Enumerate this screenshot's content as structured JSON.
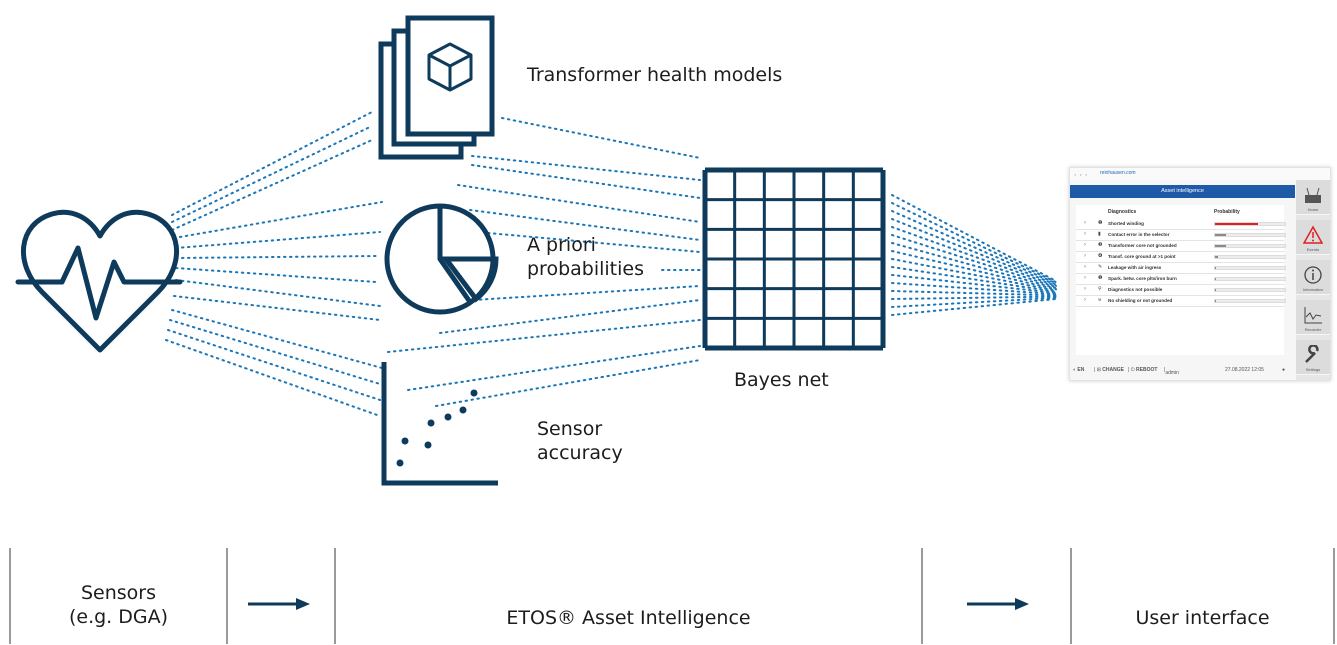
{
  "labels": {
    "health_models": "Transformer health models",
    "a_priori": "A priori\nprobabilities",
    "sensor_accuracy": "Sensor\naccuracy",
    "bayes_net": "Bayes net"
  },
  "icons": [
    "heart-pulse-icon",
    "document-stack-cube-icon",
    "pie-chart-icon",
    "scatter-plot-icon",
    "grid-bayes-net-icon"
  ],
  "colors": {
    "primary": "#0e3a5b",
    "dots": "#1a76b8",
    "screen_header": "#1e5aa8",
    "bar_red": "#e02020",
    "bar_grey": "#8a8a8a"
  },
  "screen": {
    "url": "reinhausen.com",
    "title": "Asset intelligence",
    "col_diagnostics": "Diagnostics",
    "col_probability": "Probability",
    "rows": [
      {
        "label": "Shorted winding",
        "probability": 0.62,
        "color": "#e02020"
      },
      {
        "label": "Contact error in the selector",
        "probability": 0.16,
        "color": "#8a8a8a"
      },
      {
        "label": "Transformer core not grounded",
        "probability": 0.15,
        "color": "#8a8a8a"
      },
      {
        "label": "Transf. core ground at >1 point",
        "probability": 0.04,
        "color": "#8a8a8a"
      },
      {
        "label": "Leakage with air ingress",
        "probability": 0.02,
        "color": "#8a8a8a"
      },
      {
        "label": "Spark. betw. core plts/iron burn",
        "probability": 0.01,
        "color": "#8a8a8a"
      },
      {
        "label": "Diagnostics not possible",
        "probability": 0.01,
        "color": "#8a8a8a"
      },
      {
        "label": "No shielding or not grounded",
        "probability": 0.01,
        "color": "#8a8a8a"
      }
    ],
    "footer": {
      "lang": "EN",
      "change": "CHANGE",
      "reboot": "REBOOT",
      "user": "admin",
      "datetime": "27.08.2022 12:05"
    },
    "nav": [
      "Home",
      "Events",
      "Information",
      "Recorder",
      "Settings"
    ]
  },
  "process": {
    "sensors": "Sensors\n(e.g. DGA)",
    "etos": "ETOS® Asset Intelligence",
    "ui": "User interface"
  }
}
